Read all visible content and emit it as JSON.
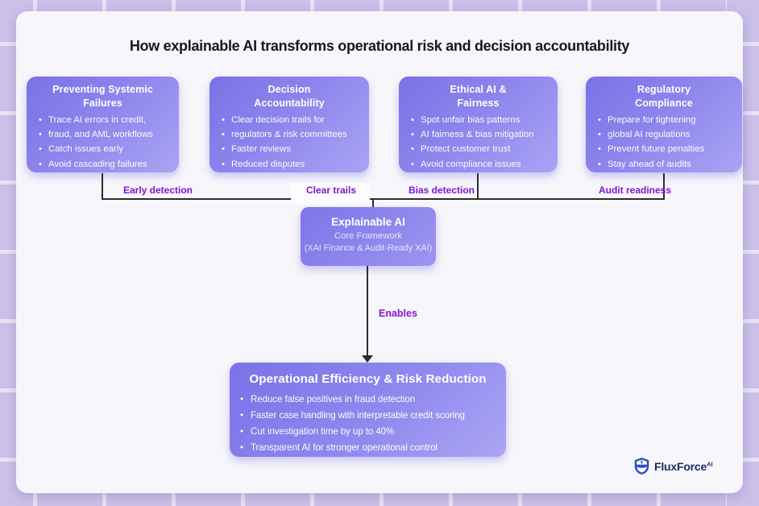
{
  "title": "How explainable AI transforms operational risk and decision accountability",
  "top_boxes": [
    {
      "title_lines": [
        "Preventing Systemic",
        "Failures"
      ],
      "bullets": [
        "Trace AI errors in credit,",
        "fraud, and AML workflows",
        "Catch issues early",
        "Avoid cascading failures"
      ],
      "connector_label": "Early detection"
    },
    {
      "title_lines": [
        "Decision",
        "Accountability"
      ],
      "bullets": [
        "Clear decision trails for",
        "regulators & risk committees",
        "Faster reviews",
        "Reduced disputes"
      ],
      "connector_label": "Clear trails"
    },
    {
      "title_lines": [
        "Ethical AI &",
        "Fairness"
      ],
      "bullets": [
        "Spot unfair bias patterns",
        "AI fairness & bias mitigation",
        "Protect customer trust",
        "Avoid compliance issues"
      ],
      "connector_label": "Bias detection"
    },
    {
      "title_lines": [
        "Regulatory",
        "Compliance"
      ],
      "bullets": [
        "Prepare for tightening",
        "global AI regulations",
        "Prevent future penalties",
        "Stay ahead of audits"
      ],
      "connector_label": "Audit readiness"
    }
  ],
  "center_box": {
    "title": "Explainable AI",
    "subtitle": "Core Framework",
    "note": "(XAI Finance & Audit-Ready XAI)"
  },
  "arrow_label": "Enables",
  "bottom_box": {
    "title": "Operational Efficiency & Risk Reduction",
    "bullets": [
      "Reduce false positives in fraud detection",
      "Faster case handling with interpretable credit scoring",
      "Cut investigation time by up to 40%",
      "Transparent AI for stronger operational control"
    ]
  },
  "logo": {
    "brand": "FluxForce",
    "suffix": "AI"
  },
  "colors": {
    "background": "#cbc0e8",
    "card": "#f7f6fa",
    "box_gradient_start": "#7a71e7",
    "box_gradient_end": "#aaa4f4",
    "connector_line": "#2b2b30",
    "label_purple": "#7e17d1",
    "title_text": "#17171c",
    "logo_navy": "#1c2a5e",
    "logo_blue": "#2f4bc4"
  }
}
